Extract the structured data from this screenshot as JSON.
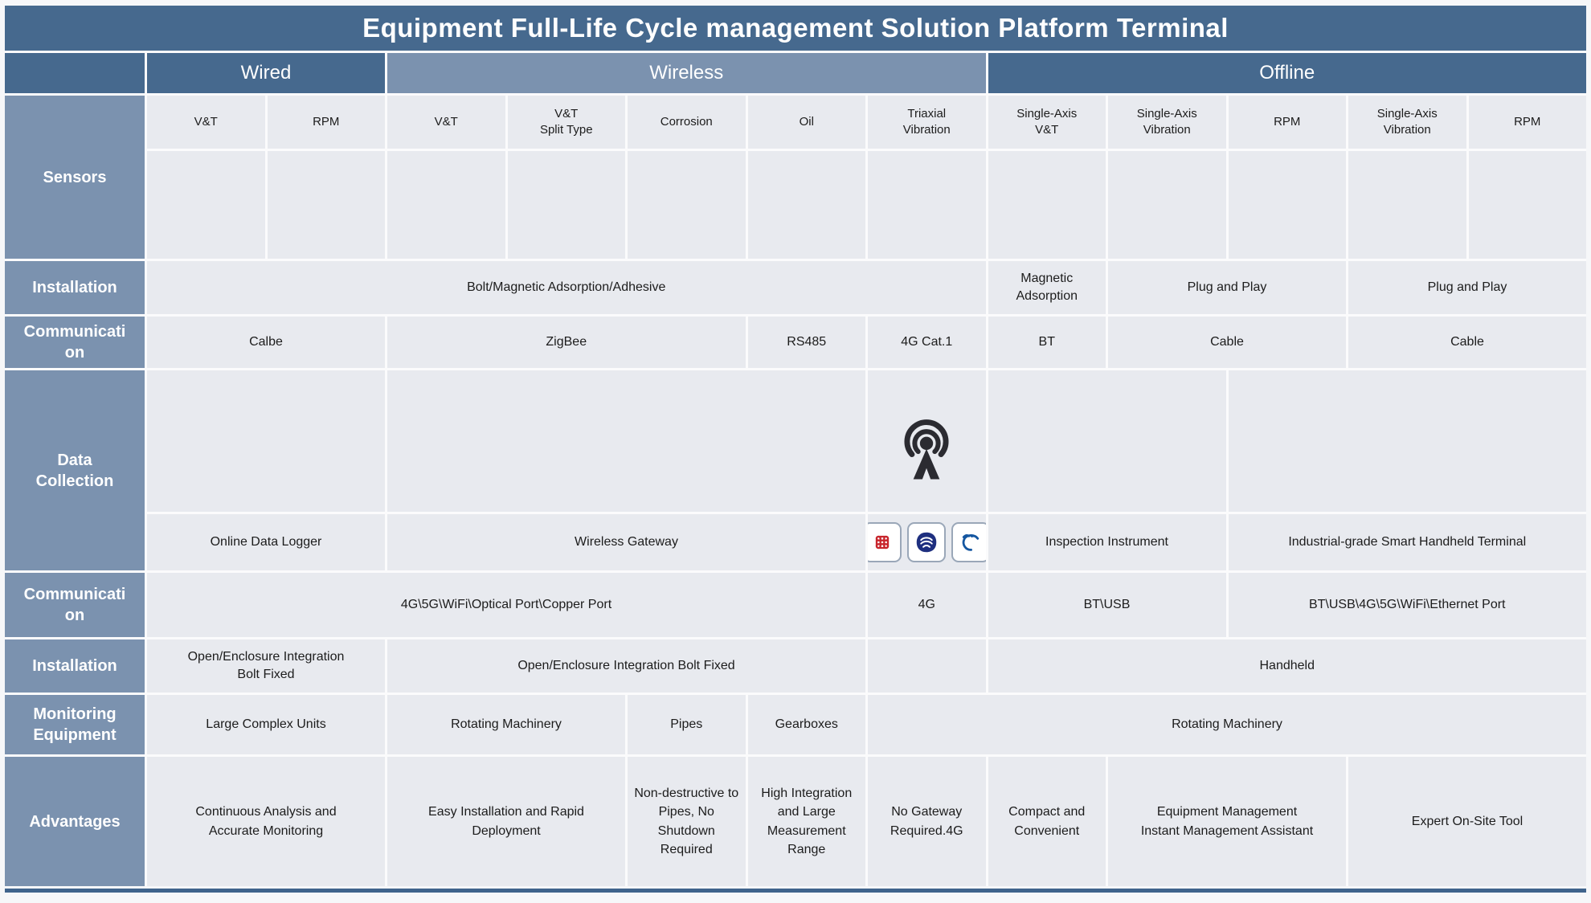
{
  "title": "Equipment Full-Life Cycle management Solution Platform Terminal",
  "colors": {
    "header_dark": "#46698e",
    "header_light": "#7b92af",
    "cell_background": "#e8eaef",
    "grid_line": "#fbfbfc",
    "text": "#1c1c1c",
    "bottom_bar": "#40648c",
    "unicom_red": "#c8252c",
    "mobile_blue": "#1e2f7f",
    "telecom_blue": "#1456a0"
  },
  "groups": {
    "wired": "Wired",
    "wireless": "Wireless",
    "offline": "Offline"
  },
  "row_labels": {
    "sensors": "Sensors",
    "installation_top": "Installation",
    "communication_top": "Communication",
    "data_collection": "Data\nCollection",
    "communication_bottom": "Communication",
    "installation_bottom": "Installation",
    "monitoring": "Monitoring\nEquipment",
    "advantages": "Advantages"
  },
  "sensors": {
    "names": [
      "V&T",
      "RPM",
      "V&T",
      "V&T\nSplit Type",
      "Corrosion",
      "Oil",
      "Triaxial\nVibration",
      "Single-Axis\nV&T",
      "Single-Axis\nVibration",
      "RPM",
      "Single-Axis\nVibration",
      "RPM"
    ]
  },
  "installation_top": {
    "cells": [
      "Bolt/Magnetic Adsorption/Adhesive",
      "Magnetic\nAdsorption",
      "Plug and Play",
      "Plug and Play"
    ]
  },
  "communication_top": {
    "cells": [
      "Calbe",
      "ZigBee",
      "RS485",
      "4G Cat.1",
      "BT",
      "Cable",
      "Cable"
    ]
  },
  "data_collection": {
    "icons": {
      "antenna": "cell-tower-antenna",
      "carriers": [
        "China Unicom",
        "China Mobile",
        "China Telecom"
      ]
    },
    "labels": [
      "Online Data Logger",
      "Wireless Gateway",
      "Inspection Instrument",
      "Industrial-grade Smart Handheld Terminal"
    ]
  },
  "communication_bottom": {
    "cells": [
      "4G\\5G\\WiFi\\Optical Port\\Copper Port",
      "4G",
      "BT\\USB",
      "BT\\USB\\4G\\5G\\WiFi\\Ethernet Port"
    ]
  },
  "installation_bottom": {
    "cells": [
      "Open/Enclosure Integration\nBolt Fixed",
      "Open/Enclosure Integration Bolt Fixed",
      "Handheld"
    ]
  },
  "monitoring": {
    "cells": [
      "Large Complex Units",
      "Rotating Machinery",
      "Pipes",
      "Gearboxes",
      "Rotating Machinery"
    ]
  },
  "advantages": {
    "cells": [
      "Continuous Analysis and\nAccurate Monitoring",
      "Easy Installation and Rapid\nDeployment",
      "Non-destructive to Pipes, No Shutdown Required",
      "High Integration and Large Measurement Range",
      "No Gateway\nRequired.4G",
      "Compact and\nConvenient",
      "Equipment Management\nInstant Management Assistant",
      "Expert On-Site Tool"
    ]
  }
}
